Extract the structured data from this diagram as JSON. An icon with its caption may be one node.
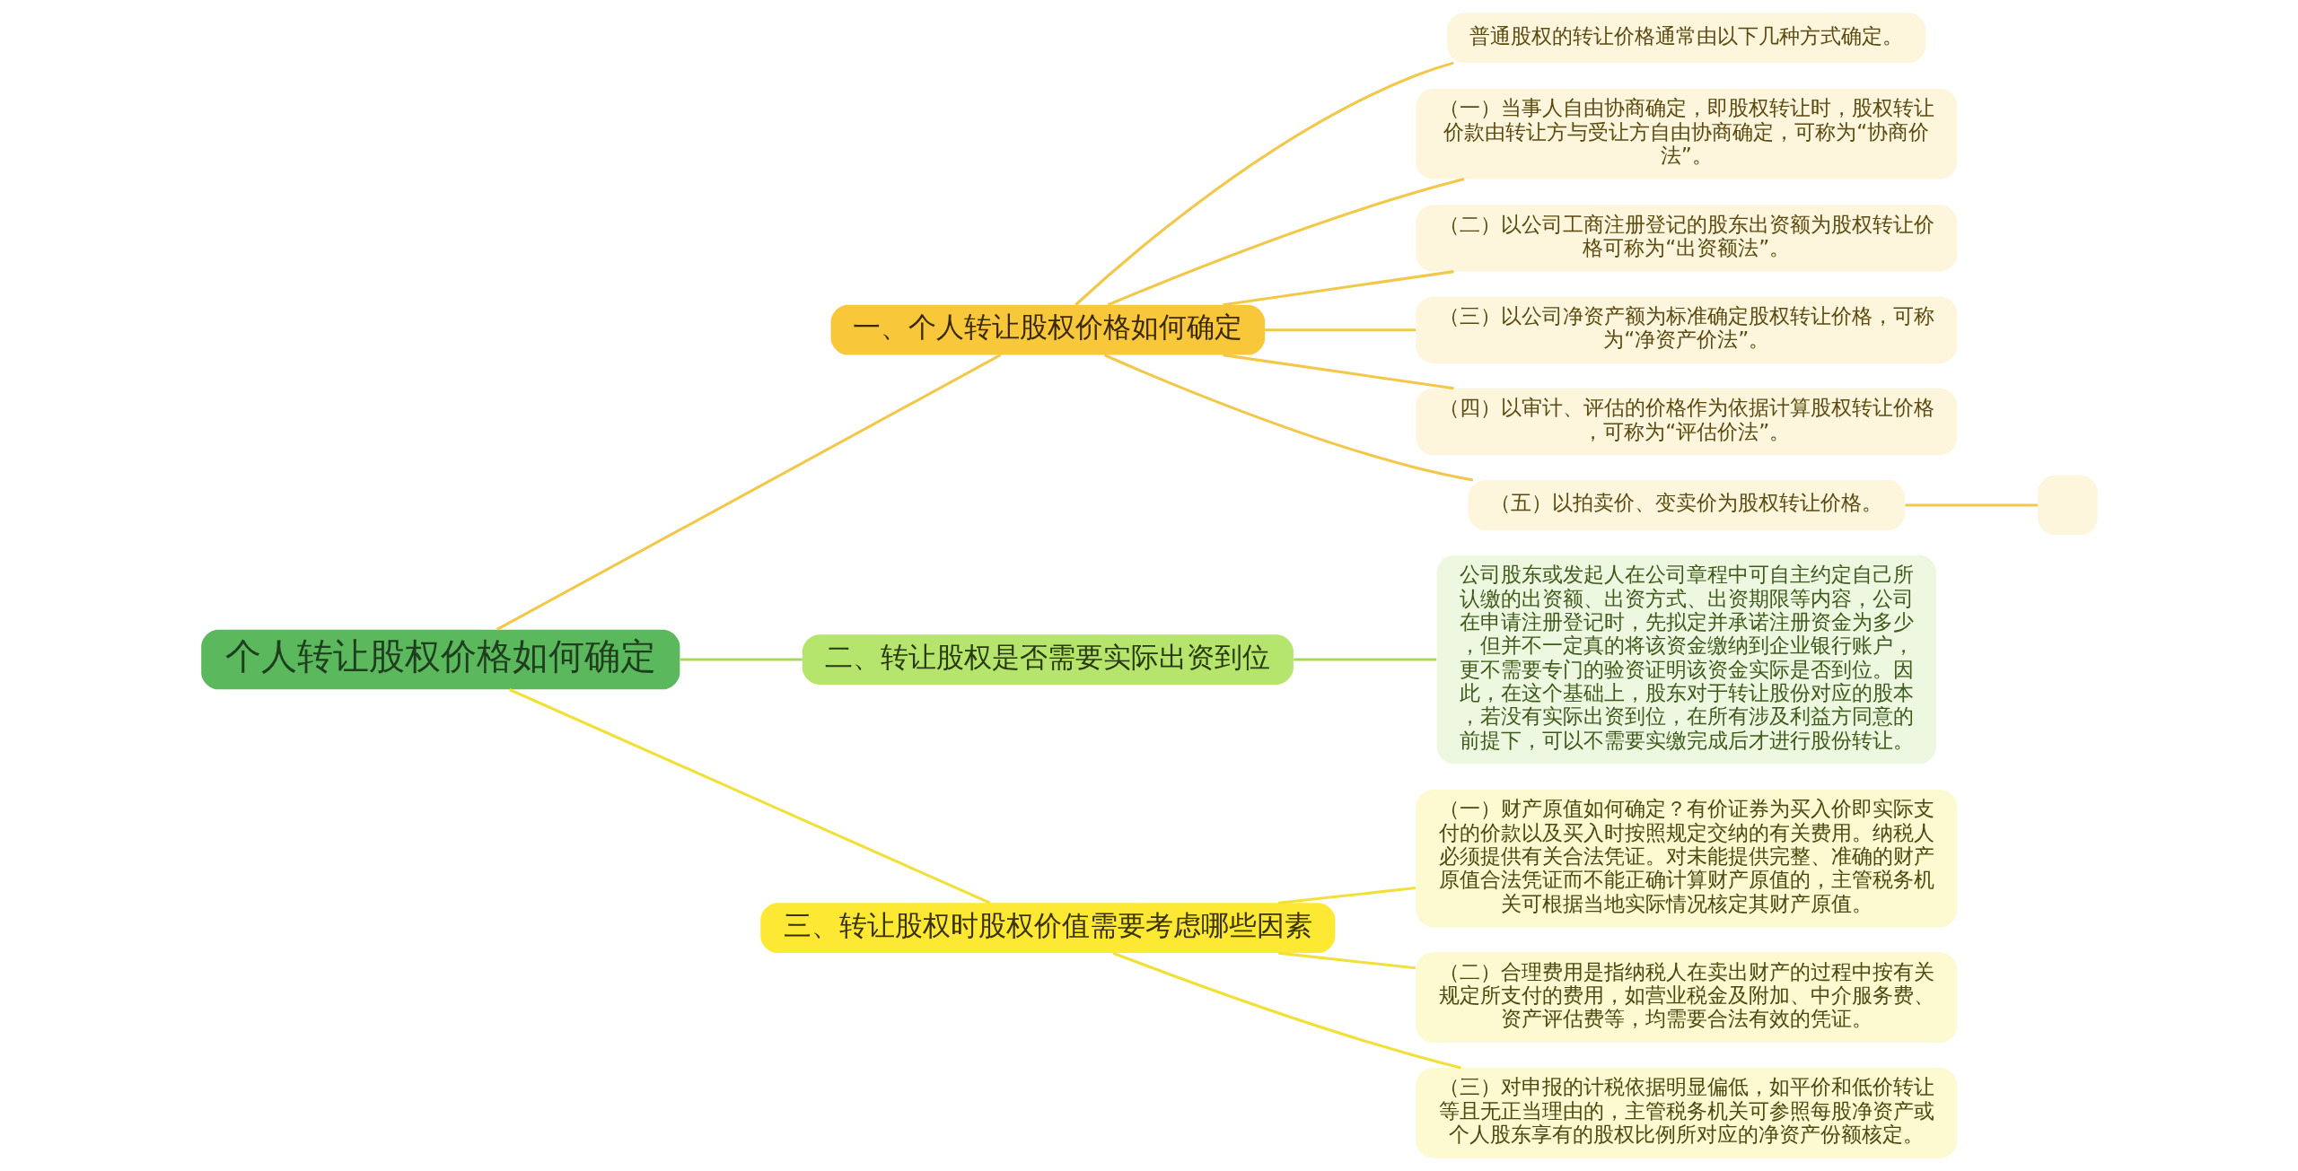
{
  "diagram": {
    "nodes": [
      {
        "text": [
          "个人转让股权价格如何确定"
        ]
      },
      {
        "text": [
          "一、个人转让股权价格如何确定"
        ]
      },
      {
        "text": [
          "普通股权的转让价格通常由以下几种方式确定。"
        ]
      },
      {
        "text": [
          "（一）当事人自由协商确定，即股权转让时，股权转让价款由转让方与受让方自由协商确定，可称为“协商价法”。"
        ]
      },
      {
        "text": [
          "（二）以公司工商注册登记的股东出资额为股权转让价格可称为“出资额法”。"
        ]
      },
      {
        "text": [
          "（三）以公司净资产额为标准确定股权转让价格，可称为“净资产价法”。"
        ]
      },
      {
        "text": [
          "（四）以审计、评估的价格作为依据计算股权转让价格，可称为“评估价法”。"
        ]
      },
      {
        "text": [
          "（五）以拍卖价、变卖价为股权转让价格。"
        ]
      },
      {
        "text": [],
        "shape": "box"
      },
      {
        "text": [
          "二、转让股权是否需要实际出资到位"
        ]
      },
      {
        "text": [
          "公司股东或发起人在公司章程中可自主约定自己所认缴的出资额、出资方式、出资期限等内容，公司在申请注册登记时，先拟定并承诺注册资金为多少，但并不一定真的将该资金缴纳到企业银行账户，更不需要专门的验资证明该资金实际是否到位。因此，在这个基础上，股东对于转让股份对应的股本，若没有实际出资到位，在所有涉及利益方同意的前提下，可以不需要实缴完成后才进行股份转让。"
        ]
      },
      {
        "text": [
          "三、转让股权时股权价值需要考虑哪些因素"
        ]
      },
      {
        "text": [
          "（一）财产原值如何确定？有价证券为买入价即实际支付的价款以及买入时按照规定交纳的有关费用。纳税人必须提供有关合法凭证。对未能提供完整、准确的财产原值合法凭证而不能正确计算财产原值的，主管税务机关可根据当地实际情况核定其财产原值。"
        ]
      },
      {
        "text": [
          "（二）合理费用是指纳税人在卖出财产的过程中按有关规定所支付的费用，如营业税金及附加、中介服务费、资产评估费等，均需要合法有效的凭证。"
        ]
      },
      {
        "text": [
          "（三）对申报的计税依据明显偏低，如平价和低价转让等且无正当理由的，主管税务机关可参照每股净资产或个人股东享有的股权比例所对应的净资产份额核定。"
        ]
      }
    ],
    "edges": [
      {
        "from": 0,
        "to": 1,
        "arrow": "none"
      },
      {
        "from": 1,
        "to": 2,
        "arrow": "none"
      },
      {
        "from": 1,
        "to": 3,
        "arrow": "none"
      },
      {
        "from": 1,
        "to": 4,
        "arrow": "none"
      },
      {
        "from": 1,
        "to": 5,
        "arrow": "none"
      },
      {
        "from": 1,
        "to": 6,
        "arrow": "none"
      },
      {
        "from": 1,
        "to": 7,
        "arrow": "none"
      },
      {
        "from": 7,
        "to": 8,
        "arrow": "none"
      },
      {
        "from": 0,
        "to": 9,
        "arrow": "none",
        "color": "#a8d85c"
      },
      {
        "from": 9,
        "to": 10,
        "arrow": "none",
        "color": "#a8d85c"
      },
      {
        "from": 0,
        "to": 11,
        "arrow": "none",
        "color": "#f2e03a"
      },
      {
        "from": 11,
        "to": 12,
        "arrow": "none",
        "color": "#f2e03a"
      },
      {
        "from": 11,
        "to": 13,
        "arrow": "none",
        "color": "#f2e03a"
      },
      {
        "from": 11,
        "to": 14,
        "arrow": "none",
        "color": "#f2e03a"
      }
    ]
  }
}
